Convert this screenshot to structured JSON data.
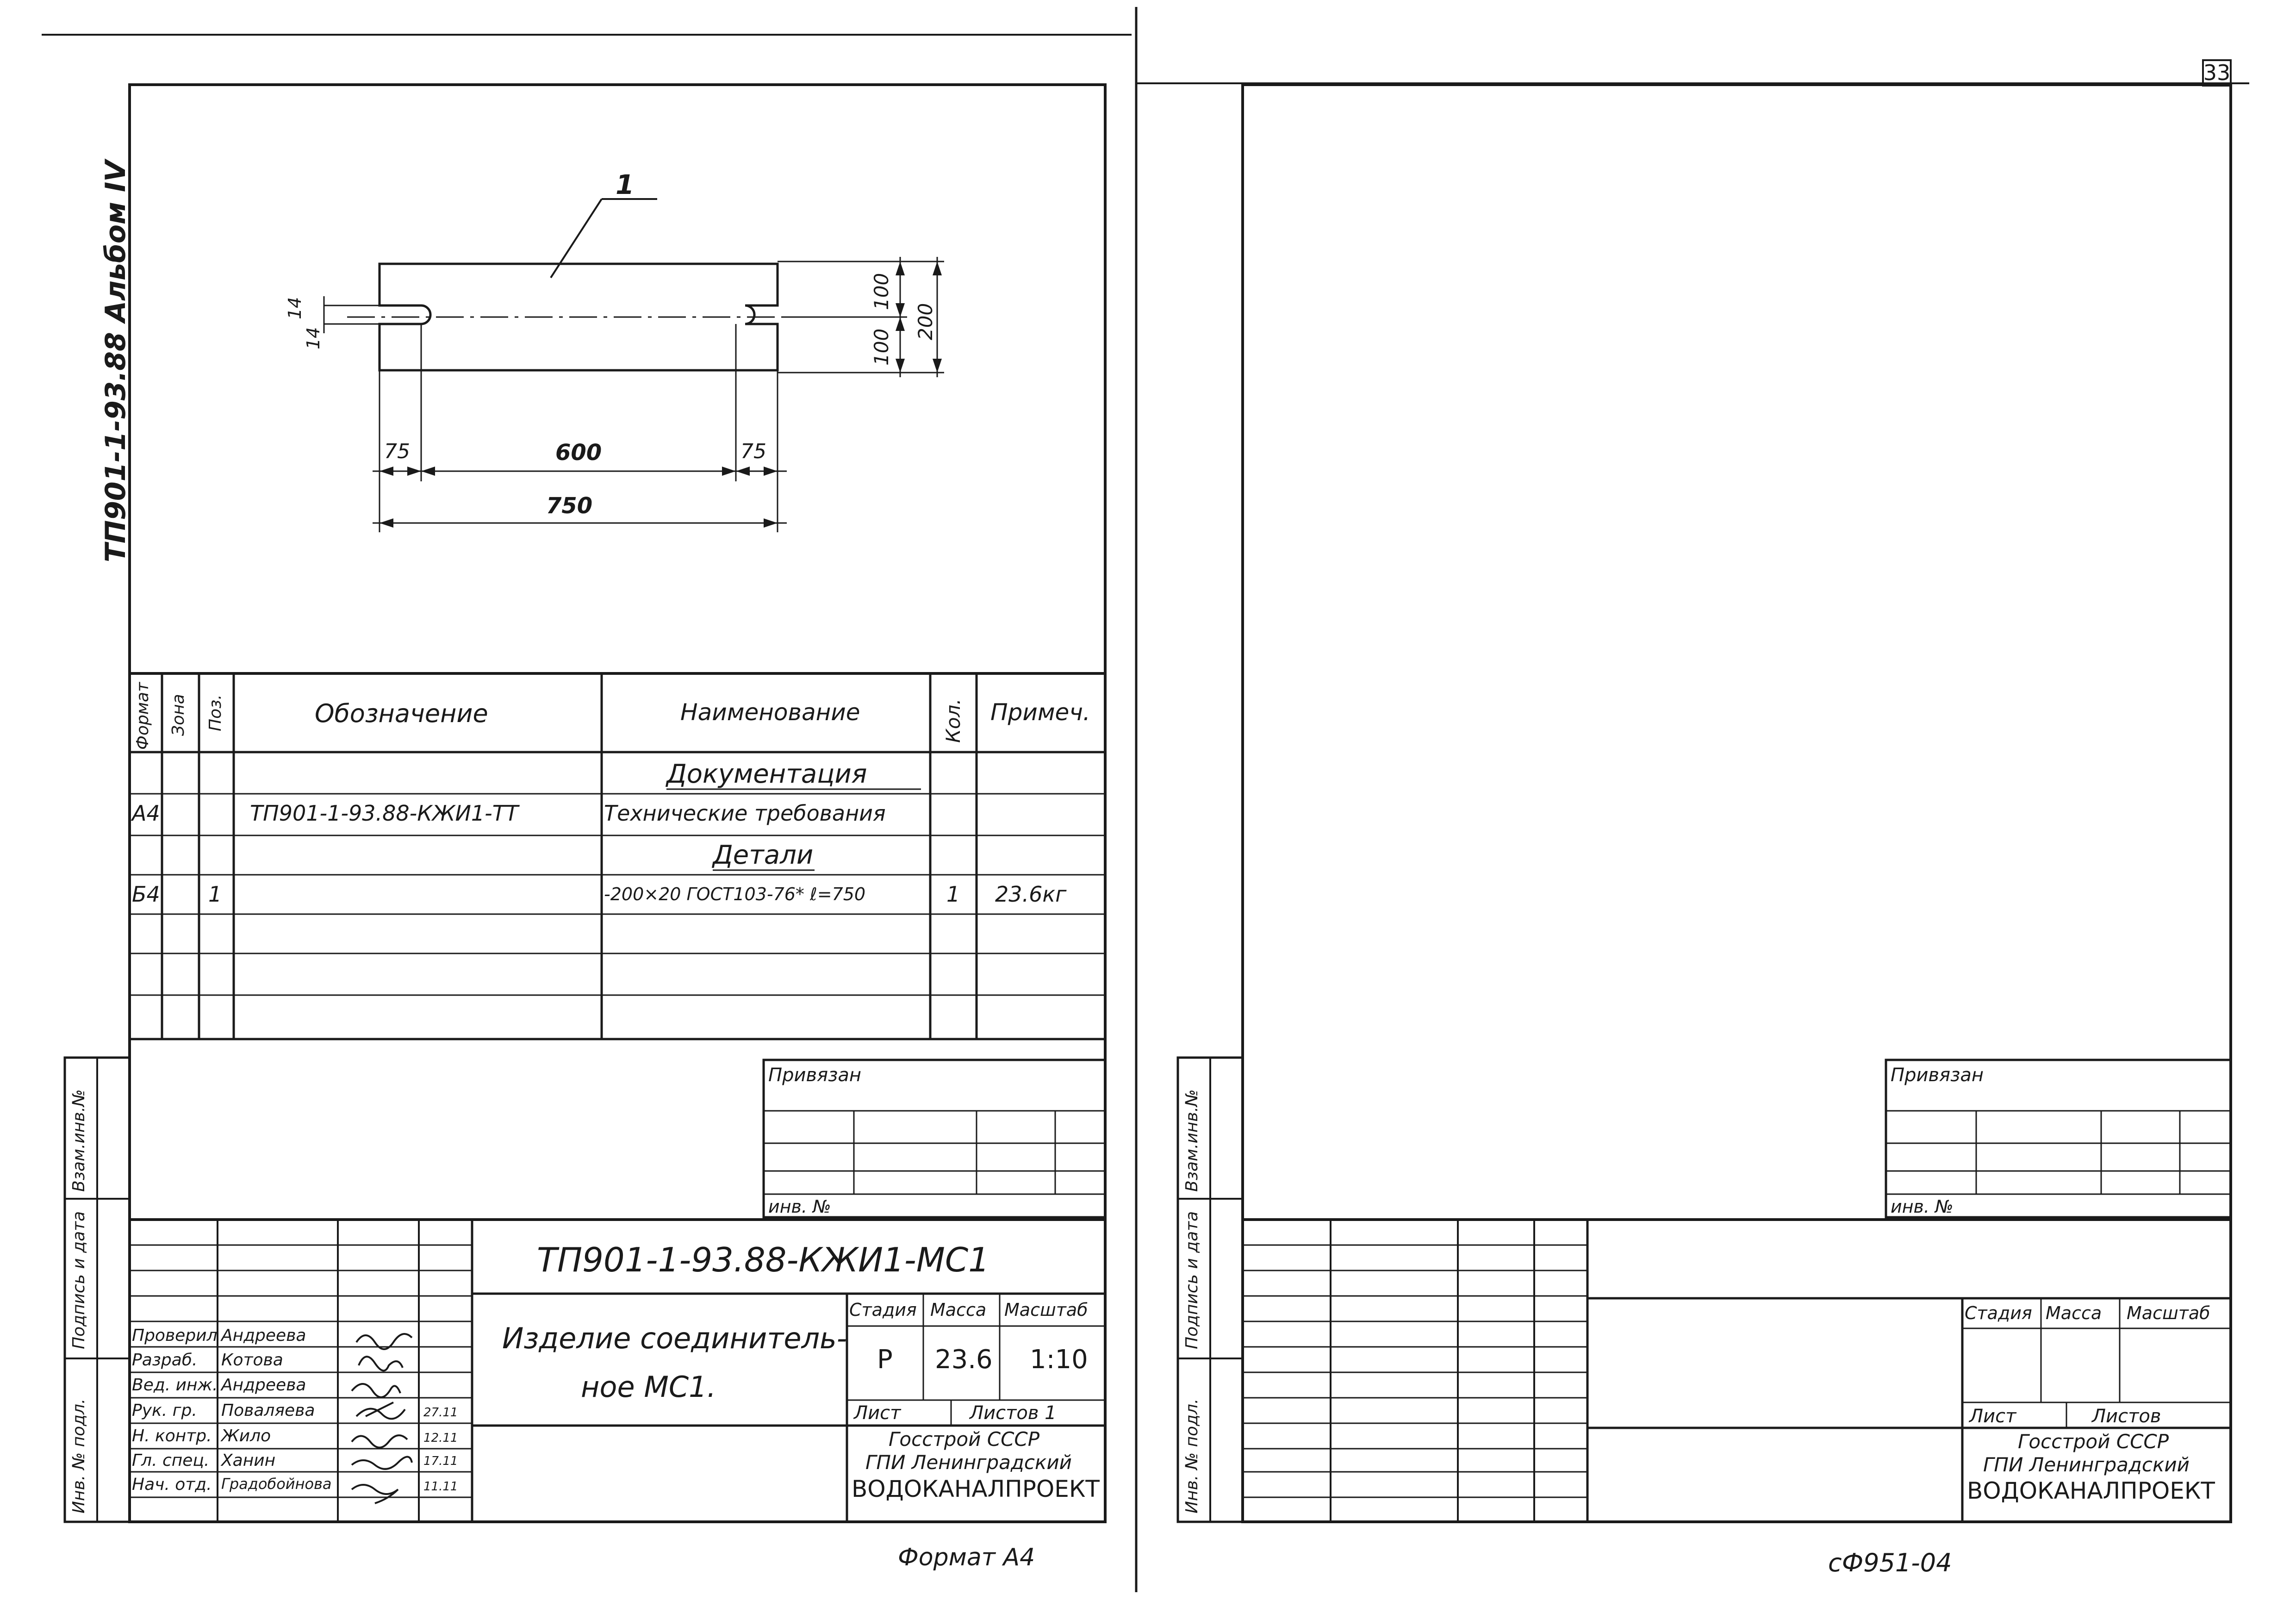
{
  "page_number": "33",
  "album_code": "ТП901-1-93.88 Альбом IV",
  "side_stamp_labels": [
    "Инв. № подл.",
    "Подпись и дата",
    "Взам.инв.№"
  ],
  "left_sheet": {
    "drawing": {
      "position_label": "1",
      "dimensions": {
        "slot_width": "14",
        "slot_width_lower": "14",
        "half_height_top": "100",
        "half_height_bottom": "100",
        "height": "200",
        "end_left": "75",
        "middle": "600",
        "end_right": "75",
        "length": "750"
      }
    },
    "spec_table": {
      "headers": {
        "format": "Формат",
        "zone": "Зона",
        "pos": "Поз.",
        "designation": "Обозначение",
        "name": "Наименование",
        "qty": "Кол.",
        "note": "Примеч."
      },
      "rows": [
        {
          "format": "",
          "pos": "",
          "designation": "",
          "name": "Документация",
          "qty": "",
          "note": ""
        },
        {
          "format": "А4",
          "pos": "",
          "designation": "ТП901-1-93.88-КЖИ1-ТТ",
          "name": "Технические требования",
          "qty": "",
          "note": ""
        },
        {
          "format": "",
          "pos": "",
          "designation": "",
          "name": "Детали",
          "qty": "",
          "note": ""
        },
        {
          "format": "Б4",
          "pos": "1",
          "designation": "",
          "name": "-200×20 ГОСТ103-76* ℓ=750",
          "qty": "1",
          "note": "23.6кг"
        }
      ]
    },
    "binding": {
      "label": "Привязан",
      "inv_label": "инв. №"
    },
    "title_block": {
      "doc_code": "ТП901-1-93.88-КЖИ1-МС1",
      "product_name_line1": "Изделие соединитель-",
      "product_name_line2": "ное  МС1.",
      "stage_label": "Стадия",
      "mass_label": "Масса",
      "scale_label": "Масштаб",
      "stage": "Р",
      "mass": "23.6",
      "scale": "1:10",
      "sheet_label": "Лист",
      "sheets_label": "Листов 1",
      "org_line1": "Госстрой СССР",
      "org_line2": "ГПИ Ленинградский",
      "org_line3": "ВОДОКАНАЛПРОЕКТ",
      "signatures": [
        {
          "role": "Проверил",
          "name": "Андреева"
        },
        {
          "role": "Разраб.",
          "name": "Котова"
        },
        {
          "role": "Вед. инж.",
          "name": "Андреева"
        },
        {
          "role": "Рук. гр.",
          "name": "Поваляева"
        },
        {
          "role": "Н. контр.",
          "name": "Жило"
        },
        {
          "role": "Гл. спец.",
          "name": "Ханин"
        },
        {
          "role": "Нач. отд.",
          "name": "Градобойнова"
        }
      ]
    },
    "format_note": "Формат А4"
  },
  "right_sheet": {
    "binding": {
      "label": "Привязан",
      "inv_label": "инв. №"
    },
    "title_block": {
      "stage_label": "Стадия",
      "mass_label": "Масса",
      "scale_label": "Масштаб",
      "sheet_label": "Лист",
      "sheets_label": "Листов",
      "org_line1": "Госстрой СССР",
      "org_line2": "ГПИ Ленинградский",
      "org_line3": "ВОДОКАНАЛПРОЕКТ"
    },
    "footer_code": "сФ951-04"
  }
}
